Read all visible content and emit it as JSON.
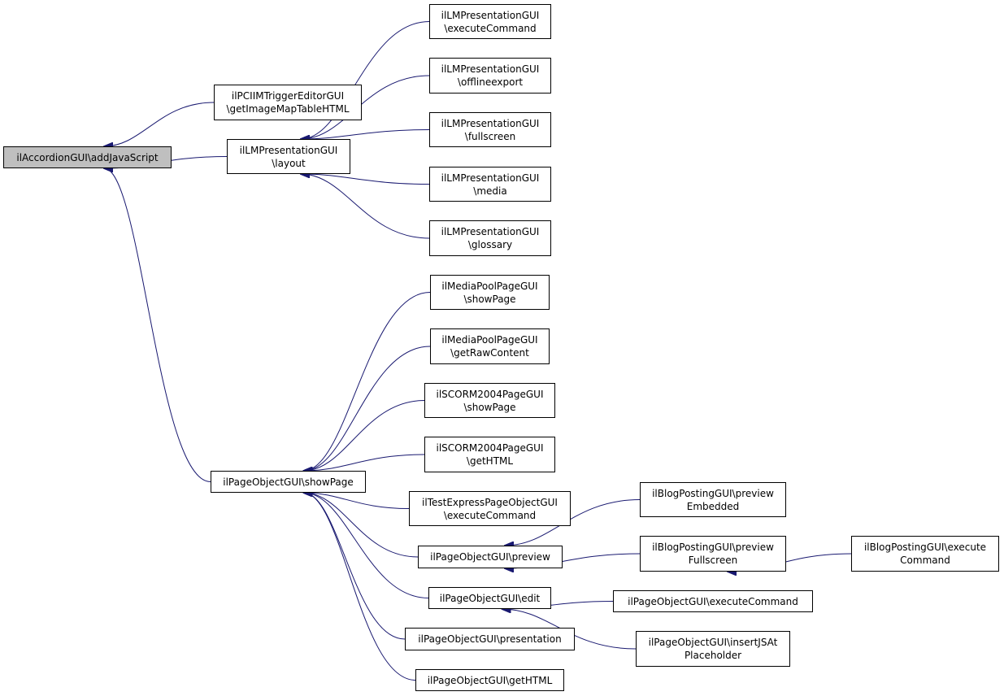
{
  "nodes": {
    "n_accordion": {
      "line1": "ilAccordionGUI\\addJavaScript"
    },
    "n_trigger": {
      "line1": "ilPCIIMTriggerEditorGUI",
      "line2": "\\getImageMapTableHTML"
    },
    "n_lmlayout": {
      "line1": "ilLMPresentationGUI",
      "line2": "\\layout"
    },
    "n_lmexec": {
      "line1": "ilLMPresentationGUI",
      "line2": "\\executeCommand"
    },
    "n_lmoffline": {
      "line1": "ilLMPresentationGUI",
      "line2": "\\offlineexport"
    },
    "n_lmfull": {
      "line1": "ilLMPresentationGUI",
      "line2": "\\fullscreen"
    },
    "n_lmmedia": {
      "line1": "ilLMPresentationGUI",
      "line2": "\\media"
    },
    "n_lmgloss": {
      "line1": "ilLMPresentationGUI",
      "line2": "\\glossary"
    },
    "n_poshow": {
      "line1": "ilPageObjectGUI\\showPage"
    },
    "n_mpshow": {
      "line1": "ilMediaPoolPageGUI",
      "line2": "\\showPage"
    },
    "n_mpraw": {
      "line1": "ilMediaPoolPageGUI",
      "line2": "\\getRawContent"
    },
    "n_scshow": {
      "line1": "ilSCORM2004PageGUI",
      "line2": "\\showPage"
    },
    "n_schtml": {
      "line1": "ilSCORM2004PageGUI",
      "line2": "\\getHTML"
    },
    "n_testexp": {
      "line1": "ilTestExpressPageObjectGUI",
      "line2": "\\executeCommand"
    },
    "n_popreview": {
      "line1": "ilPageObjectGUI\\preview"
    },
    "n_poedit": {
      "line1": "ilPageObjectGUI\\edit"
    },
    "n_popres": {
      "line1": "ilPageObjectGUI\\presentation"
    },
    "n_pogethtml": {
      "line1": "ilPageObjectGUI\\getHTML"
    },
    "n_blogemb": {
      "line1": "ilBlogPostingGUI\\preview",
      "line2": "Embedded"
    },
    "n_blogfull": {
      "line1": "ilBlogPostingGUI\\preview",
      "line2": "Fullscreen"
    },
    "n_blogexec": {
      "line1": "ilBlogPostingGUI\\execute",
      "line2": "Command"
    },
    "n_poexec": {
      "line1": "ilPageObjectGUI\\executeCommand"
    },
    "n_poinsert": {
      "line1": "ilPageObjectGUI\\insertJSAt",
      "line2": "Placeholder"
    }
  },
  "edges": [
    {
      "from": "n_trigger",
      "to": "n_accordion"
    },
    {
      "from": "n_lmlayout",
      "to": "n_accordion"
    },
    {
      "from": "n_poshow",
      "to": "n_accordion"
    },
    {
      "from": "n_lmexec",
      "to": "n_lmlayout"
    },
    {
      "from": "n_lmoffline",
      "to": "n_lmlayout"
    },
    {
      "from": "n_lmfull",
      "to": "n_lmlayout"
    },
    {
      "from": "n_lmmedia",
      "to": "n_lmlayout"
    },
    {
      "from": "n_lmgloss",
      "to": "n_lmlayout"
    },
    {
      "from": "n_mpshow",
      "to": "n_poshow"
    },
    {
      "from": "n_mpraw",
      "to": "n_poshow"
    },
    {
      "from": "n_scshow",
      "to": "n_poshow"
    },
    {
      "from": "n_schtml",
      "to": "n_poshow"
    },
    {
      "from": "n_testexp",
      "to": "n_poshow"
    },
    {
      "from": "n_popreview",
      "to": "n_poshow"
    },
    {
      "from": "n_poedit",
      "to": "n_poshow"
    },
    {
      "from": "n_popres",
      "to": "n_poshow"
    },
    {
      "from": "n_pogethtml",
      "to": "n_poshow"
    },
    {
      "from": "n_blogemb",
      "to": "n_popreview"
    },
    {
      "from": "n_blogfull",
      "to": "n_popreview"
    },
    {
      "from": "n_blogexec",
      "to": "n_blogfull"
    },
    {
      "from": "n_poexec",
      "to": "n_poedit"
    },
    {
      "from": "n_poinsert",
      "to": "n_poedit"
    }
  ],
  "colors": {
    "edge": "#191970",
    "root_fill": "#bfbfbf",
    "node_border": "#000000",
    "node_fill": "#ffffff"
  }
}
